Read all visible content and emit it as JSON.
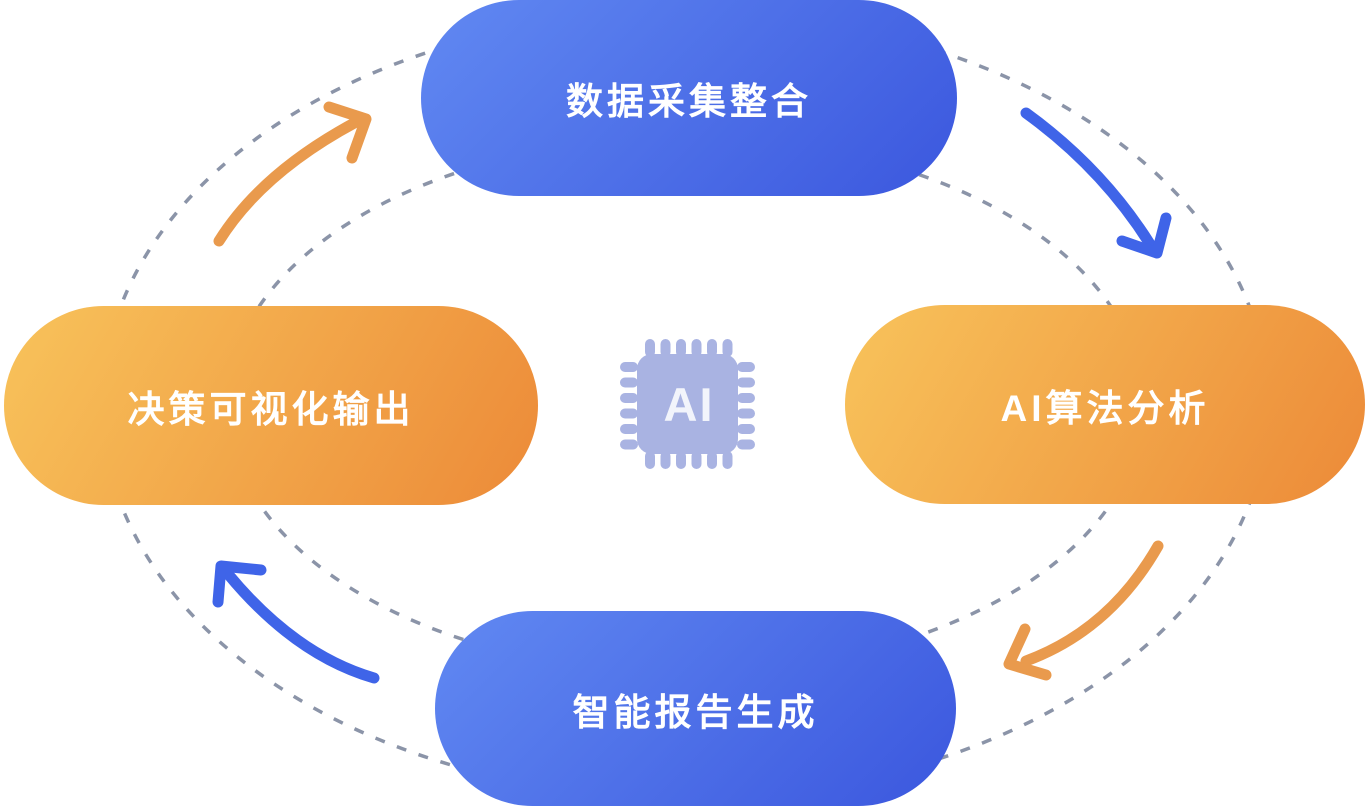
{
  "diagram": {
    "center": {
      "icon": "ai-chip-icon",
      "label": "AI"
    },
    "nodes": {
      "top": {
        "label": "数据采集整合",
        "scheme": "blue"
      },
      "right": {
        "label": "AI算法分析",
        "scheme": "orange"
      },
      "bottom": {
        "label": "智能报告生成",
        "scheme": "blue"
      },
      "left": {
        "label": "决策可视化输出",
        "scheme": "orange"
      }
    },
    "arrows": [
      {
        "from": "left",
        "to": "top",
        "color": "orange"
      },
      {
        "from": "top",
        "to": "right",
        "color": "blue"
      },
      {
        "from": "right",
        "to": "bottom",
        "color": "orange"
      },
      {
        "from": "bottom",
        "to": "left",
        "color": "blue"
      }
    ],
    "colors": {
      "blue_gradient_start": "#6189F2",
      "blue_gradient_end": "#3B57DE",
      "orange_gradient_start": "#F8C35B",
      "orange_gradient_end": "#EC8A38",
      "arrow_blue": "#3F64E8",
      "arrow_orange": "#E99A4D",
      "dashed_ring": "#8B94A8",
      "chip_body": "#A9B3E2",
      "chip_text": "#F2F4FB",
      "node_text": "#FFFFFF"
    }
  }
}
